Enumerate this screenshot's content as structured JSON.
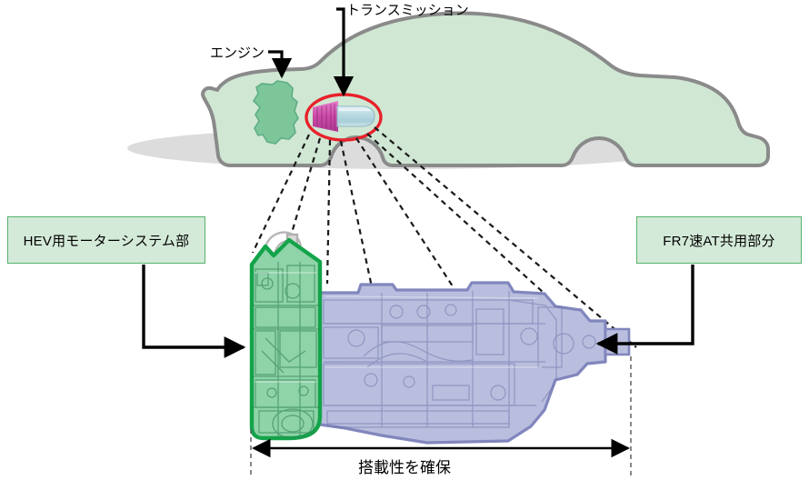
{
  "diagram": {
    "title_caption": "搭載性を確保",
    "callouts": {
      "transmission": "トランスミッション",
      "engine": "エンジン"
    },
    "boxes": {
      "left": "HEV用モーターシステム部",
      "right": "FR7速AT共用部分"
    },
    "colors": {
      "car_body_fill": "#cfe7d3",
      "car_body_stroke": "#8a8a8a",
      "engine_fill": "#7dc69a",
      "ground_shadow": "#dcdcdc",
      "highlight_ellipse": "#e8212a",
      "motor_magenta": "#cc4aa8",
      "mini_trans_blue": "#bcdce4",
      "motor_section_fill": "#8fd3a8",
      "motor_section_stroke": "#13a44a",
      "at_section_fill": "#b9bede",
      "at_section_stroke": "#8186bd",
      "box_fill": "#d4ead9",
      "box_stroke": "#56b26d",
      "arrow_black": "#000000"
    },
    "icons": {
      "transmission_arrow": "down-arrow-icon",
      "engine_arrow": "down-arrow-icon",
      "left_box_arrow": "right-arrow-icon",
      "right_box_arrow": "left-arrow-icon",
      "dimension_arrow": "double-headed-arrow-icon",
      "highlight": "red-ellipse-highlight-icon"
    }
  }
}
